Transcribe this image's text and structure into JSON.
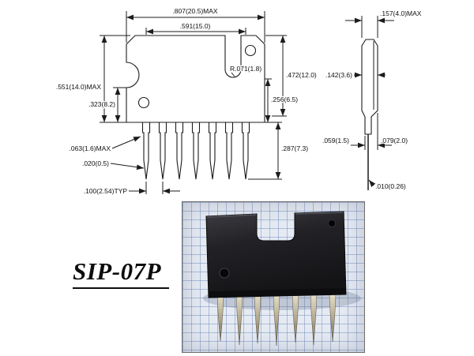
{
  "page": {
    "title": "SIP-07P"
  },
  "front_view": {
    "dim_overall_width": ".807(20.5)MAX",
    "dim_inner_width": ".591(15.0)",
    "dim_overall_height": ".551(14.0)MAX",
    "dim_lower_height": ".323(8.2)",
    "dim_notch_radius": "R.071(1.8)",
    "dim_upper_right_height": ".472(12.0)",
    "dim_mid_right_height": ".256(6.5)",
    "dim_lead_length": ".287(7.3)",
    "dim_lead_width": ".063(1.6)MAX",
    "dim_lead_tip_width": ".020(0.5)",
    "dim_lead_pitch": ".100(2.54)TYP"
  },
  "side_view": {
    "dim_overall_thickness": ".157(4.0)MAX",
    "dim_body_thickness": ".142(3.6)",
    "dim_base_left": ".059(1.5)",
    "dim_base_right": ".079(2.0)",
    "dim_lead_thickness": ".010(0.26)"
  }
}
